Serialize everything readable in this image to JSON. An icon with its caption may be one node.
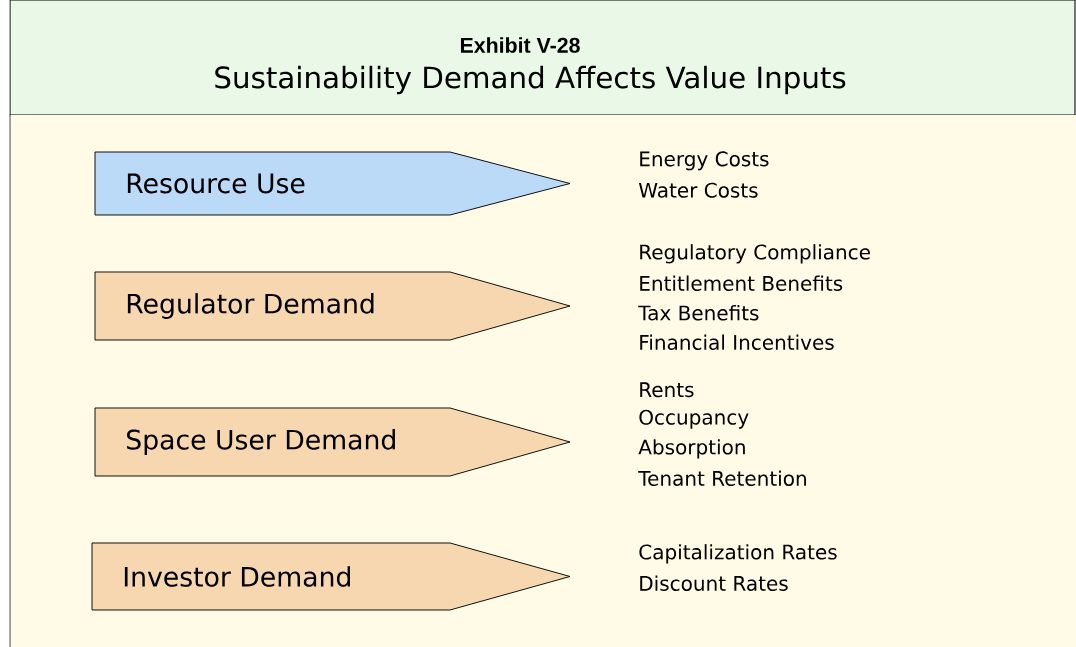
{
  "diagram": {
    "title": "Exhibit V-28",
    "labels": [
      "Sustainability Demand Affects Value Inputs"
    ],
    "nodes": [
      {
        "text": [
          "Resource Use"
        ],
        "beside": [
          "Energy Costs",
          "Water Costs"
        ]
      },
      {
        "text": [
          "Regulator Demand"
        ],
        "beside": [
          "Regulatory Compliance",
          "Entitlement Benefits",
          "Tax Benefits",
          "Financial Incentives"
        ]
      },
      {
        "text": [
          "Space User Demand"
        ],
        "beside": [
          "Rents",
          "Occupancy",
          "Absorption",
          "Tenant Retention"
        ]
      },
      {
        "text": [
          "Investor Demand"
        ],
        "beside": [
          "Capitalization Rates",
          "Discount Rates"
        ]
      }
    ]
  }
}
